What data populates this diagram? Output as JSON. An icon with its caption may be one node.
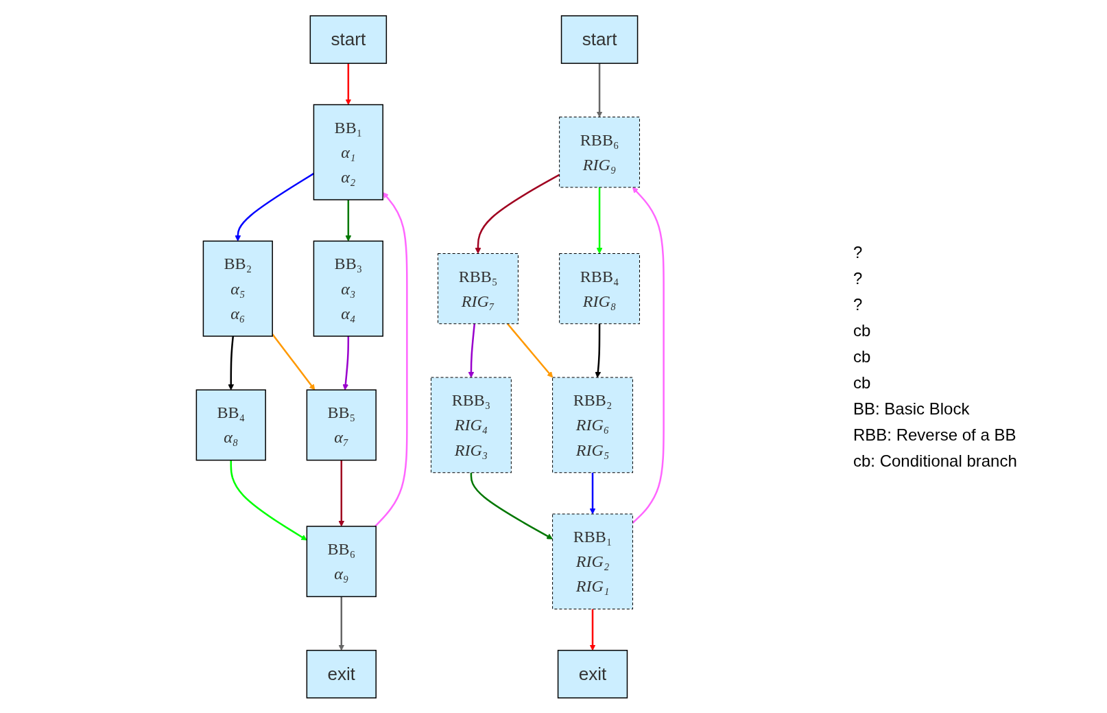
{
  "diagram": {
    "nodes": [
      {
        "text": [
          "start"
        ]
      },
      {
        "text": [
          "BB₁",
          "α₁",
          "α₂"
        ]
      },
      {
        "text": [
          "BB₂",
          "α₅",
          "α₆"
        ]
      },
      {
        "text": [
          "BB₃",
          "α₃",
          "α₄"
        ]
      },
      {
        "text": [
          "BB₄",
          "α₈"
        ]
      },
      {
        "text": [
          "BB₅",
          "α₇"
        ]
      },
      {
        "text": [
          "BB₆",
          "α₉"
        ]
      },
      {
        "text": [
          "exit"
        ]
      },
      {
        "text": [
          "start"
        ]
      },
      {
        "text": [
          "RBB₆",
          "RIG₉"
        ]
      },
      {
        "text": [
          "RBB₅",
          "RIG₇"
        ]
      },
      {
        "text": [
          "RBB₄",
          "RIG₈"
        ]
      },
      {
        "text": [
          "RBB₃",
          "RIG₄",
          "RIG₃"
        ]
      },
      {
        "text": [
          "RBB₂",
          "RIG₆",
          "RIG₅"
        ]
      },
      {
        "text": [
          "RBB₁",
          "RIG₂",
          "RIG₁"
        ]
      },
      {
        "text": [
          "exit"
        ]
      }
    ],
    "edges": [
      {
        "from": 0,
        "to": 1,
        "arrow": "to",
        "color": "#ff0000"
      },
      {
        "from": 6,
        "to": 1,
        "arrow": "to",
        "color": "#ff66ff"
      },
      {
        "from": 1,
        "to": 2,
        "arrow": "to",
        "color": "#0000ff"
      },
      {
        "from": 1,
        "to": 3,
        "arrow": "to",
        "color": "#007700"
      },
      {
        "from": 2,
        "to": 4,
        "arrow": "to",
        "color": "#000000"
      },
      {
        "from": 2,
        "to": 5,
        "arrow": "to",
        "color": "#ff9900"
      },
      {
        "from": 3,
        "to": 5,
        "arrow": "to",
        "color": "#9900cc"
      },
      {
        "from": 4,
        "to": 6,
        "arrow": "to",
        "color": "#00ff00"
      },
      {
        "from": 5,
        "to": 6,
        "arrow": "to",
        "color": "#a00020"
      },
      {
        "from": 6,
        "to": 7,
        "arrow": "to",
        "color": "#666666"
      },
      {
        "from": 8,
        "to": 9,
        "arrow": "to",
        "color": "#666666"
      },
      {
        "from": 14,
        "to": 9,
        "arrow": "to",
        "color": "#ff66ff"
      },
      {
        "from": 9,
        "to": 10,
        "arrow": "to",
        "color": "#a00020"
      },
      {
        "from": 9,
        "to": 11,
        "arrow": "to",
        "color": "#00ff00"
      },
      {
        "from": 10,
        "to": 12,
        "arrow": "to",
        "color": "#9900cc"
      },
      {
        "from": 10,
        "to": 13,
        "arrow": "to",
        "color": "#ff9900"
      },
      {
        "from": 11,
        "to": 13,
        "arrow": "to",
        "color": "#000000"
      },
      {
        "from": 12,
        "to": 14,
        "arrow": "to",
        "color": "#007700"
      },
      {
        "from": 13,
        "to": 14,
        "arrow": "to",
        "color": "#0000ff"
      },
      {
        "from": 14,
        "to": 15,
        "arrow": "to",
        "color": "#ff0000"
      }
    ],
    "labels": [
      "?",
      "?",
      "?",
      "cb",
      "cb",
      "cb",
      "BB: Basic Block",
      "RBB: Reverse of a BB",
      "cb: Conditional branch"
    ]
  }
}
